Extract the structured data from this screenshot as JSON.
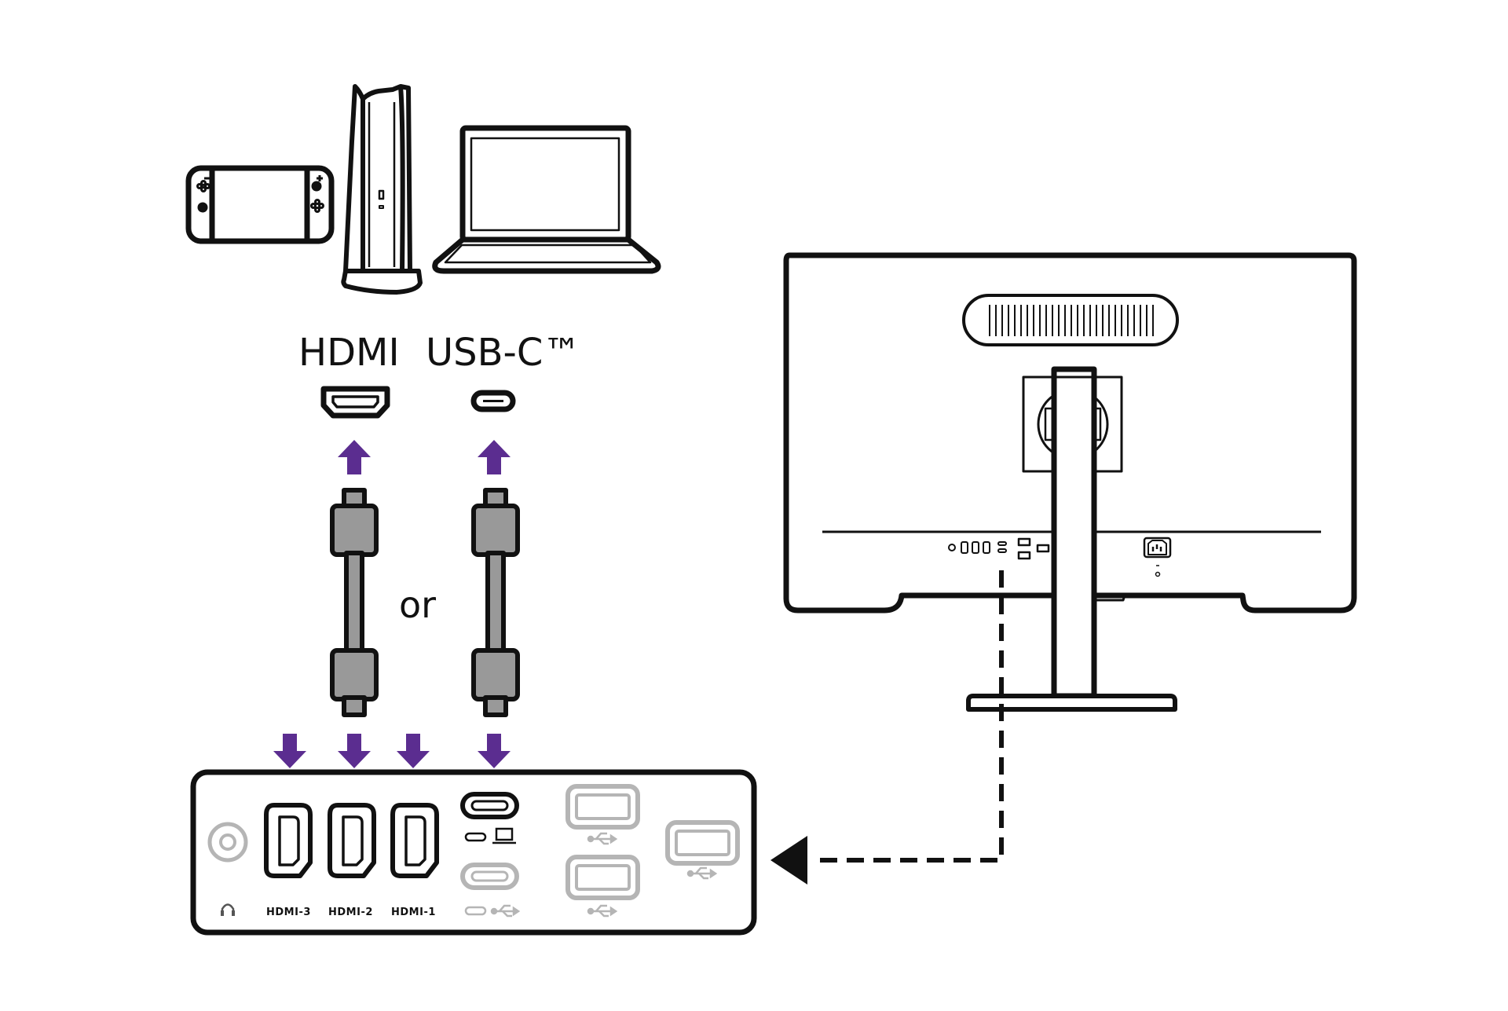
{
  "labels": {
    "hdmi": "HDMI",
    "usbc": "USB-C™",
    "or": "or"
  },
  "panel": {
    "ports": {
      "hdmi3": "HDMI-3",
      "hdmi2": "HDMI-2",
      "hdmi1": "HDMI-1"
    }
  },
  "devices": [
    "game-console-handheld-icon",
    "game-console-tower-icon",
    "laptop-icon"
  ],
  "colors": {
    "arrow": "#5b2d90",
    "cable": "#999999",
    "outline": "#111111",
    "inactive": "#b5b5b5"
  }
}
